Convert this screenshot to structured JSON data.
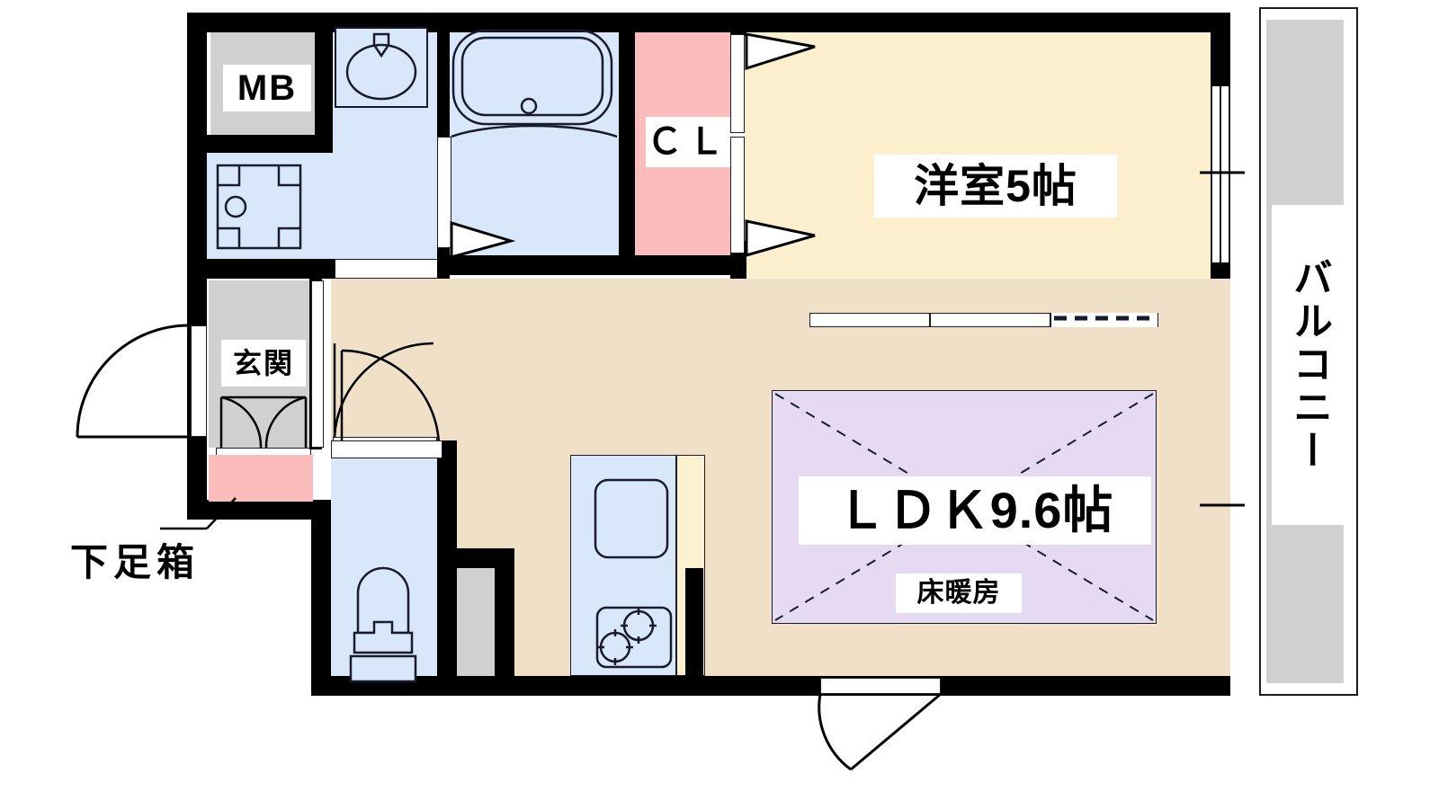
{
  "plan": {
    "type": "japanese-apartment-floor-plan",
    "layout_code": "1LDK",
    "rooms": [
      {
        "id": "bedroom",
        "label": "洋室5帖",
        "size_jo": 5,
        "fill": "#fcefcd"
      },
      {
        "id": "ldk",
        "label": "ＬＤＫ9.6帖",
        "size_jo": 9.6,
        "fill": "#f0e0c8"
      },
      {
        "id": "floor_heating",
        "label": "床暖房",
        "fill": "#e6d9f2"
      },
      {
        "id": "entrance",
        "label": "玄関",
        "fill": "#d0d0d0"
      },
      {
        "id": "closet",
        "label": "ＣＬ",
        "fill": "#fbbcbc"
      },
      {
        "id": "meter_box",
        "label": "ＭＢ",
        "fill": "#d0d0d0"
      },
      {
        "id": "balcony",
        "label": "バルコニー",
        "fill": "#d0d0d0"
      },
      {
        "id": "shoe_box",
        "label": "下足箱",
        "fill": "#fbbcbc"
      }
    ],
    "labels": {
      "meter_box": "MB",
      "closet": "ＣＬ",
      "bedroom": "洋室5帖",
      "balcony": "バルコニー",
      "entrance": "玄関",
      "shoe_box": "下足箱",
      "ldk": "ＬＤＫ9.6帖",
      "floor_heating": "床暖房"
    },
    "fixtures": [
      {
        "name": "washbasin",
        "room": "washroom"
      },
      {
        "name": "bathtub",
        "room": "bathroom"
      },
      {
        "name": "washing-machine-pan",
        "room": "washroom"
      },
      {
        "name": "toilet",
        "room": "toilet"
      },
      {
        "name": "kitchen-sink",
        "room": "kitchen"
      },
      {
        "name": "gas-stove-2-burner",
        "room": "kitchen"
      }
    ],
    "colors": {
      "wall": "#000000",
      "floor": "#f0e0c8",
      "bedroom": "#fcefcd",
      "water": "#d8e8fa",
      "gray": "#d0d0d0",
      "pink": "#fbbcbc",
      "violet": "#e6d9f2",
      "counter": "#fdf0cf",
      "outline": "#1a1a2e"
    }
  }
}
